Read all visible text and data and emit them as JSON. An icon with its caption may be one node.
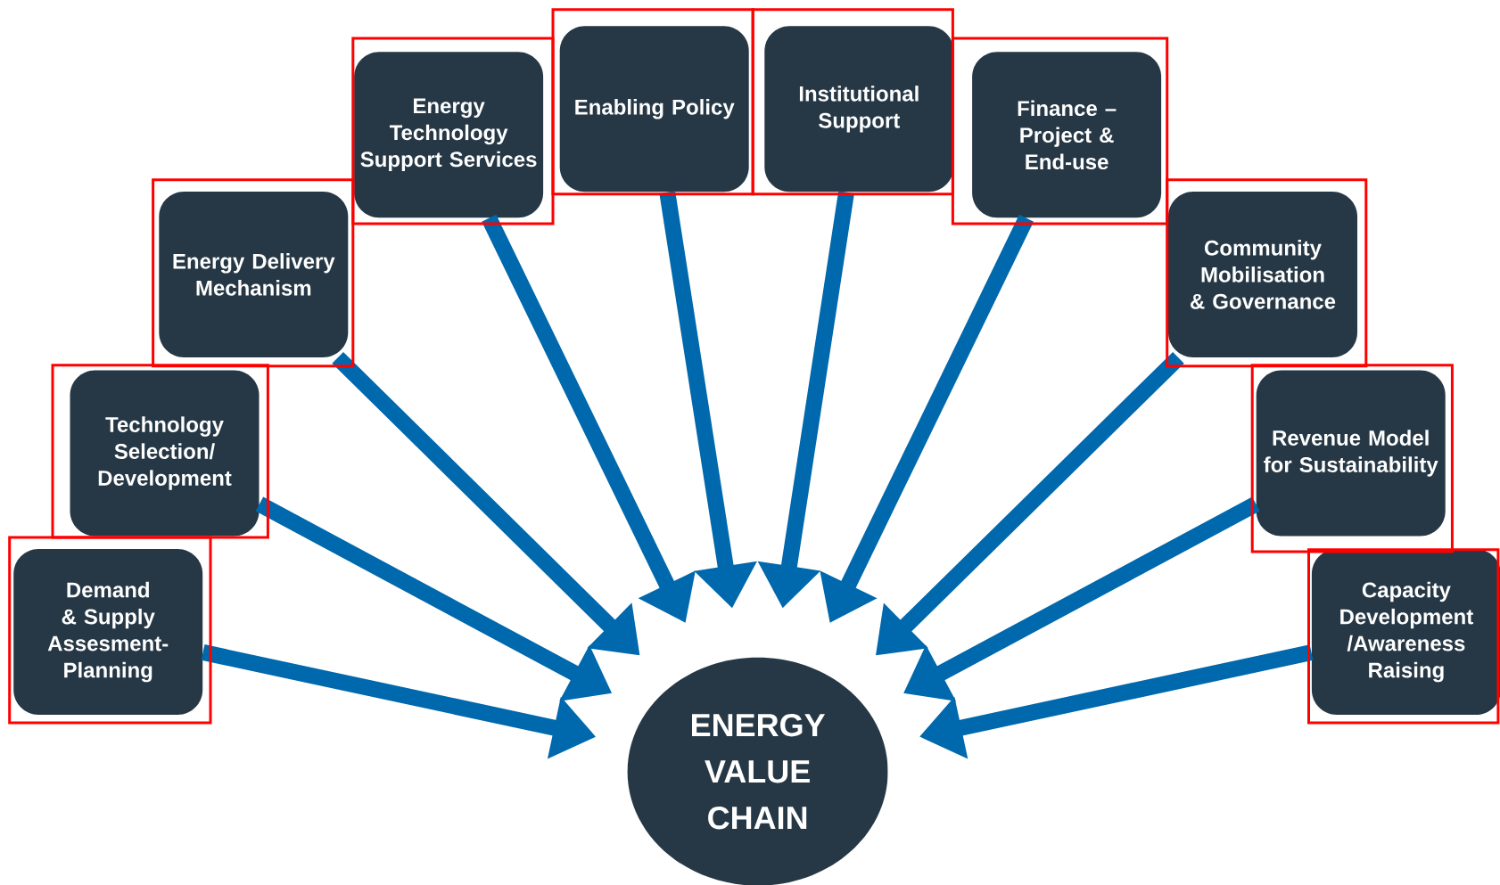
{
  "diagram": {
    "nodes": [
      {
        "text": [
          "Demand & Supply Assesment-Planning"
        ]
      },
      {
        "text": [
          "Technology Selection/ Development"
        ]
      },
      {
        "text": [
          "Energy Delivery Mechanism"
        ]
      },
      {
        "text": [
          "Energy Technology Support Services"
        ]
      },
      {
        "text": [
          "Enabling Policy"
        ]
      },
      {
        "text": [
          "Institutional Support"
        ]
      },
      {
        "text": [
          "Finance – Project & End-use"
        ]
      },
      {
        "text": [
          "Community Mobilisation & Governance"
        ]
      },
      {
        "text": [
          "Revenue Model for Sustainability"
        ]
      },
      {
        "text": [
          "Capacity Development /Awareness Raising"
        ]
      },
      {
        "text": [
          "ENERGY VALUE CHAIN"
        ]
      }
    ],
    "edges": [
      {
        "from": 0,
        "to": 10,
        "arrow": "to"
      },
      {
        "from": 1,
        "to": 10,
        "arrow": "to"
      },
      {
        "from": 2,
        "to": 10,
        "arrow": "to"
      },
      {
        "from": 3,
        "to": 10,
        "arrow": "to"
      },
      {
        "from": 4,
        "to": 10,
        "arrow": "to"
      },
      {
        "from": 5,
        "to": 10,
        "arrow": "to"
      },
      {
        "from": 6,
        "to": 10,
        "arrow": "to"
      },
      {
        "from": 7,
        "to": 10,
        "arrow": "to"
      },
      {
        "from": 8,
        "to": 10,
        "arrow": "to"
      },
      {
        "from": 9,
        "to": 10,
        "arrow": "to"
      }
    ]
  }
}
